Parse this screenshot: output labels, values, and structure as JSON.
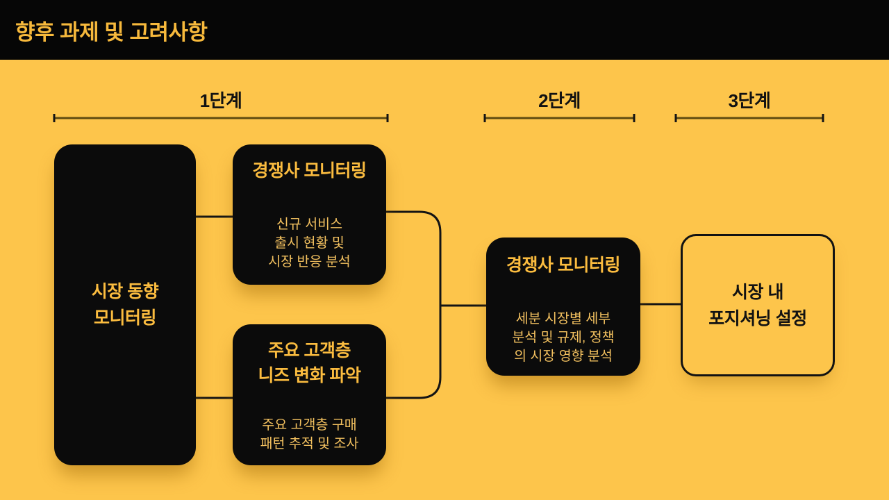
{
  "slide": {
    "title": "향후 과제 및 고려사항"
  },
  "phases": [
    {
      "label": "1단계"
    },
    {
      "label": "2단계"
    },
    {
      "label": "3단계"
    }
  ],
  "boxes": {
    "market_trend": {
      "title": "시장 동향\n모니터링"
    },
    "competitor_stage1": {
      "title": "경쟁사 모니터링",
      "body": "신규 서비스\n출시 현황 및\n시장 반응 분석"
    },
    "customer_needs": {
      "title": "주요 고객층\n니즈 변화 파악",
      "body": "주요 고객층 구매\n패턴 추적 및 조사"
    },
    "competitor_stage2": {
      "title": "경쟁사 모니터링",
      "body": "세분 시장별 세부\n분석 및 규제, 정책\n의 시장 영향 분석"
    },
    "positioning": {
      "title": "시장 내\n포지셔닝 설정"
    }
  },
  "colors": {
    "background": "#FDC54B",
    "header_bg": "#060606",
    "header_title": "#F7B93C",
    "box_bg": "#0B0B0B",
    "box_title": "#FBBC3F",
    "box_body": "#F2C05F",
    "outline": "#121212",
    "phase_label": "#121212",
    "phase_line": "#5F4A10",
    "connector": "#141414"
  }
}
